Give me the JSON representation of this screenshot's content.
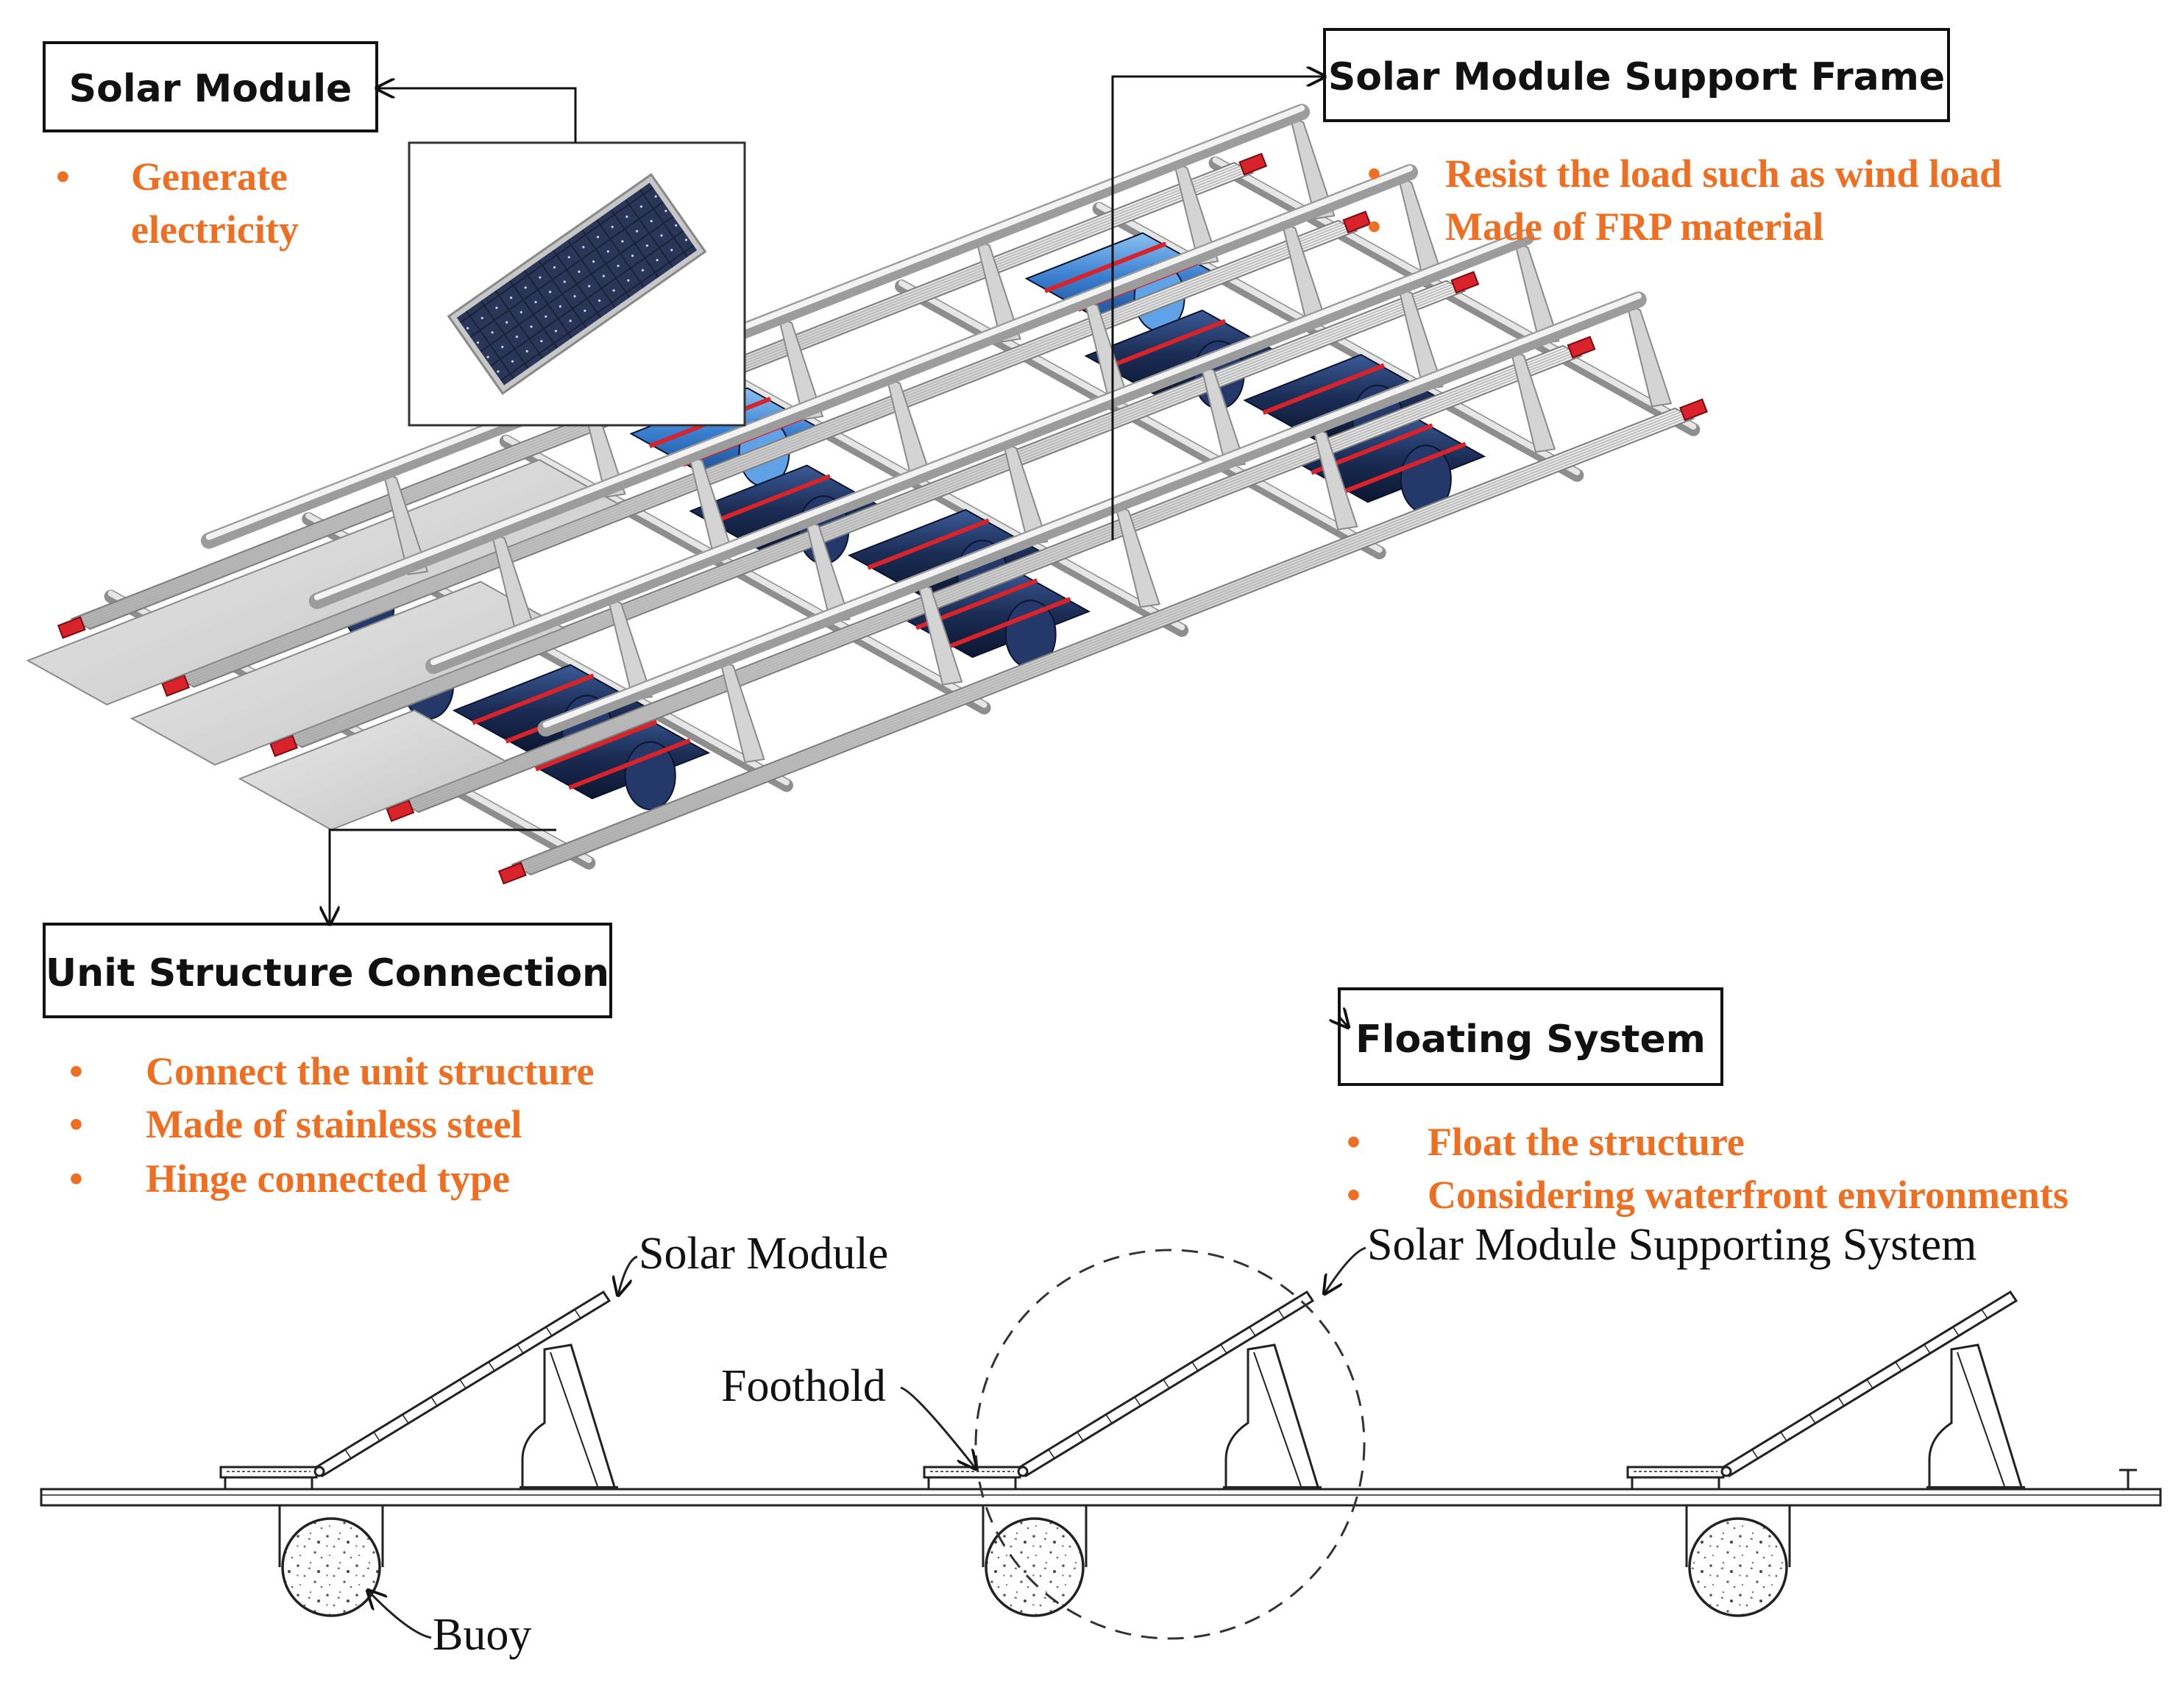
{
  "colors": {
    "bullet": "#ef6f22",
    "frame": "#c9c9c9",
    "frame_dark": "#9a9a9a",
    "pontoon": "#1b2d55",
    "pontoon_light": "#3a7fd0",
    "connector": "#d8232a",
    "panel": "#1a2238"
  },
  "callouts": {
    "solar_module": {
      "title": "Solar Module",
      "bullets": [
        "Generate",
        "electricity"
      ]
    },
    "support_frame": {
      "title": "Solar Module Support Frame",
      "bullets": [
        "Resist the load such as wind load",
        "Made of FRP material"
      ]
    },
    "unit_connection": {
      "title": "Unit Structure Connection",
      "bullets": [
        "Connect the unit structure",
        "Made of stainless steel",
        "Hinge connected type"
      ]
    },
    "floating_system": {
      "title": "Floating System",
      "bullets": [
        "Float the structure",
        "Considering waterfront environments"
      ]
    }
  },
  "side_view": {
    "labels": {
      "solar_module": "Solar Module",
      "supporting_system": "Solar Module Supporting System",
      "foothold": "Foothold",
      "buoy": "Buoy"
    }
  },
  "bullet_symbol": "•"
}
